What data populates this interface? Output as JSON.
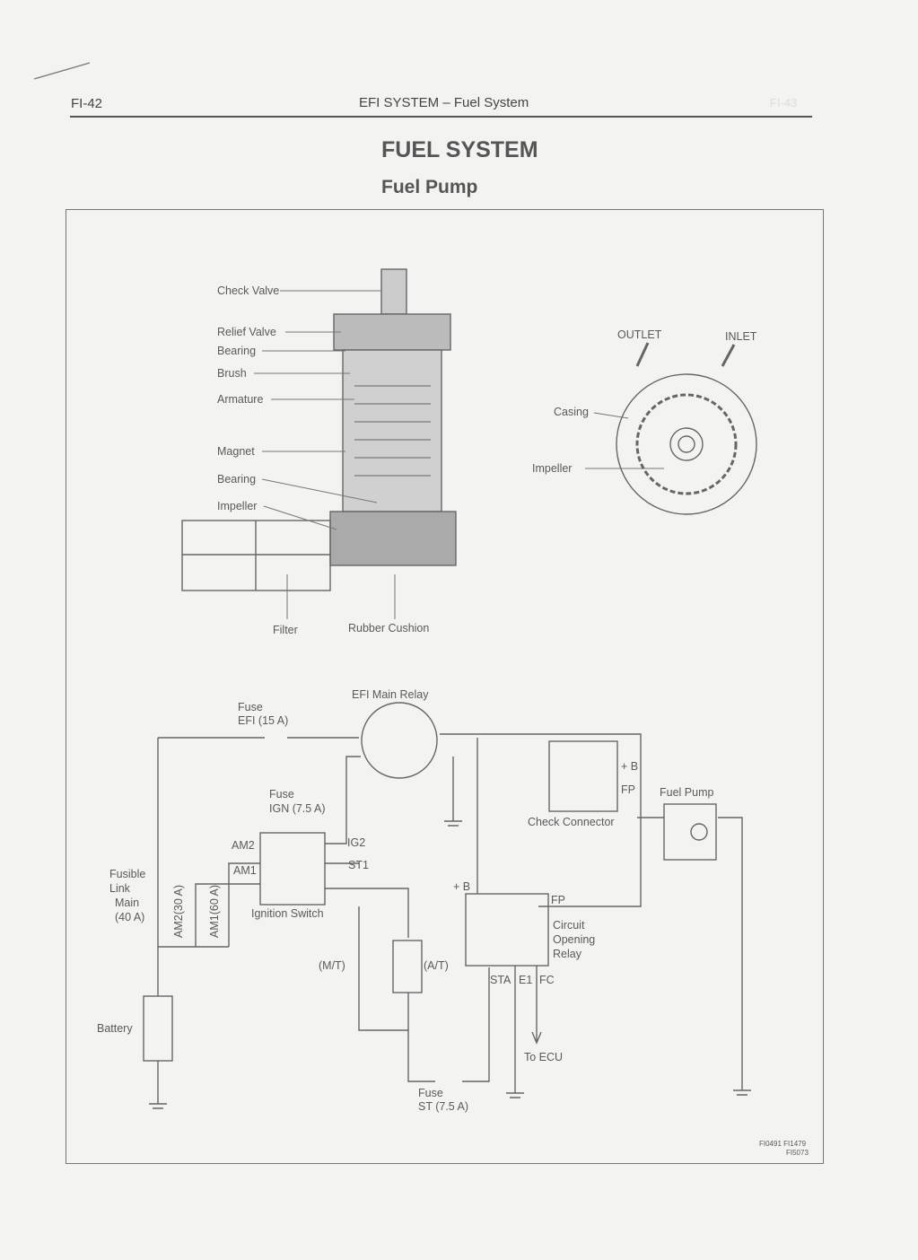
{
  "header": {
    "page_number": "FI-42",
    "section": "EFI SYSTEM – Fuel System",
    "right_page_number": "FI-43"
  },
  "title": "FUEL SYSTEM",
  "subtitle": "Fuel Pump",
  "pump_labels": {
    "check_valve": "Check Valve",
    "relief_valve": "Relief Valve",
    "bearing_top": "Bearing",
    "brush": "Brush",
    "armature": "Armature",
    "magnet": "Magnet",
    "bearing_bottom": "Bearing",
    "impeller": "Impeller",
    "filter": "Filter",
    "rubber_cushion": "Rubber Cushion"
  },
  "impeller_labels": {
    "outlet": "OUTLET",
    "inlet": "INLET",
    "casing": "Casing",
    "impeller": "Impeller"
  },
  "circuit_labels": {
    "efi_main_relay": "EFI Main Relay",
    "fuse_efi_1": "Fuse",
    "fuse_efi_2": "EFI (15 A)",
    "fuse_ign_1": "Fuse",
    "fuse_ign_2": "IGN (7.5 A)",
    "am2": "AM2",
    "am1": "AM1",
    "ig2": "IG2",
    "st1": "ST1",
    "ignition_switch": "Ignition Switch",
    "fusible_1": "Fusible",
    "fusible_2": "Link",
    "fusible_3": "Main",
    "fusible_4": "(40 A)",
    "am2_30a": "AM2(30 A)",
    "am1_60a": "AM1(60 A)",
    "battery": "Battery",
    "mt": "(M/T)",
    "at": "(A/T)",
    "fuse_st_1": "Fuse",
    "fuse_st_2": "ST (7.5 A)",
    "plus_b_relay": "+ B",
    "plus_b_connector": "+ B",
    "fp_relay": "FP",
    "fp_connector": "FP",
    "check_connector": "Check Connector",
    "fuel_pump": "Fuel Pump",
    "cor_1": "Circuit",
    "cor_2": "Opening",
    "cor_3": "Relay",
    "sta": "STA",
    "e1": "E1",
    "fc": "FC",
    "to_ecu": "To ECU"
  },
  "figure_codes": {
    "line1": "FI0491 FI1479",
    "line2": "FI5073"
  }
}
